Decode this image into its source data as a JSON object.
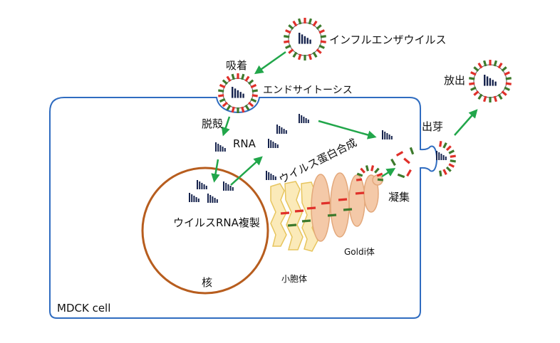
{
  "colors": {
    "membrane": "#2f6cc0",
    "nucleus": "#b75d1e",
    "rna": "#16234d",
    "arrow": "#21a64a",
    "spike_red": "#e0302a",
    "spike_green": "#3d7a2c",
    "er_fill": "#fbeab9",
    "er_stroke": "#e7c55e",
    "golgi_fill": "#f4c9a8",
    "golgi_stroke": "#e3a87b"
  },
  "labels": {
    "virus": "インフルエンザウイルス",
    "adsorption": "吸着",
    "endocytosis": "エンドサイトーシス",
    "uncoating": "脱殻",
    "rna": "RNA",
    "protein_synthesis": "ウイルス蛋白合成",
    "aggregation": "凝集",
    "budding": "出芽",
    "release": "放出",
    "replication": "ウイルスRNA複製",
    "nucleus": "核",
    "er": "小胞体",
    "golgi": "Goldi体",
    "cell": "MDCK cell"
  }
}
